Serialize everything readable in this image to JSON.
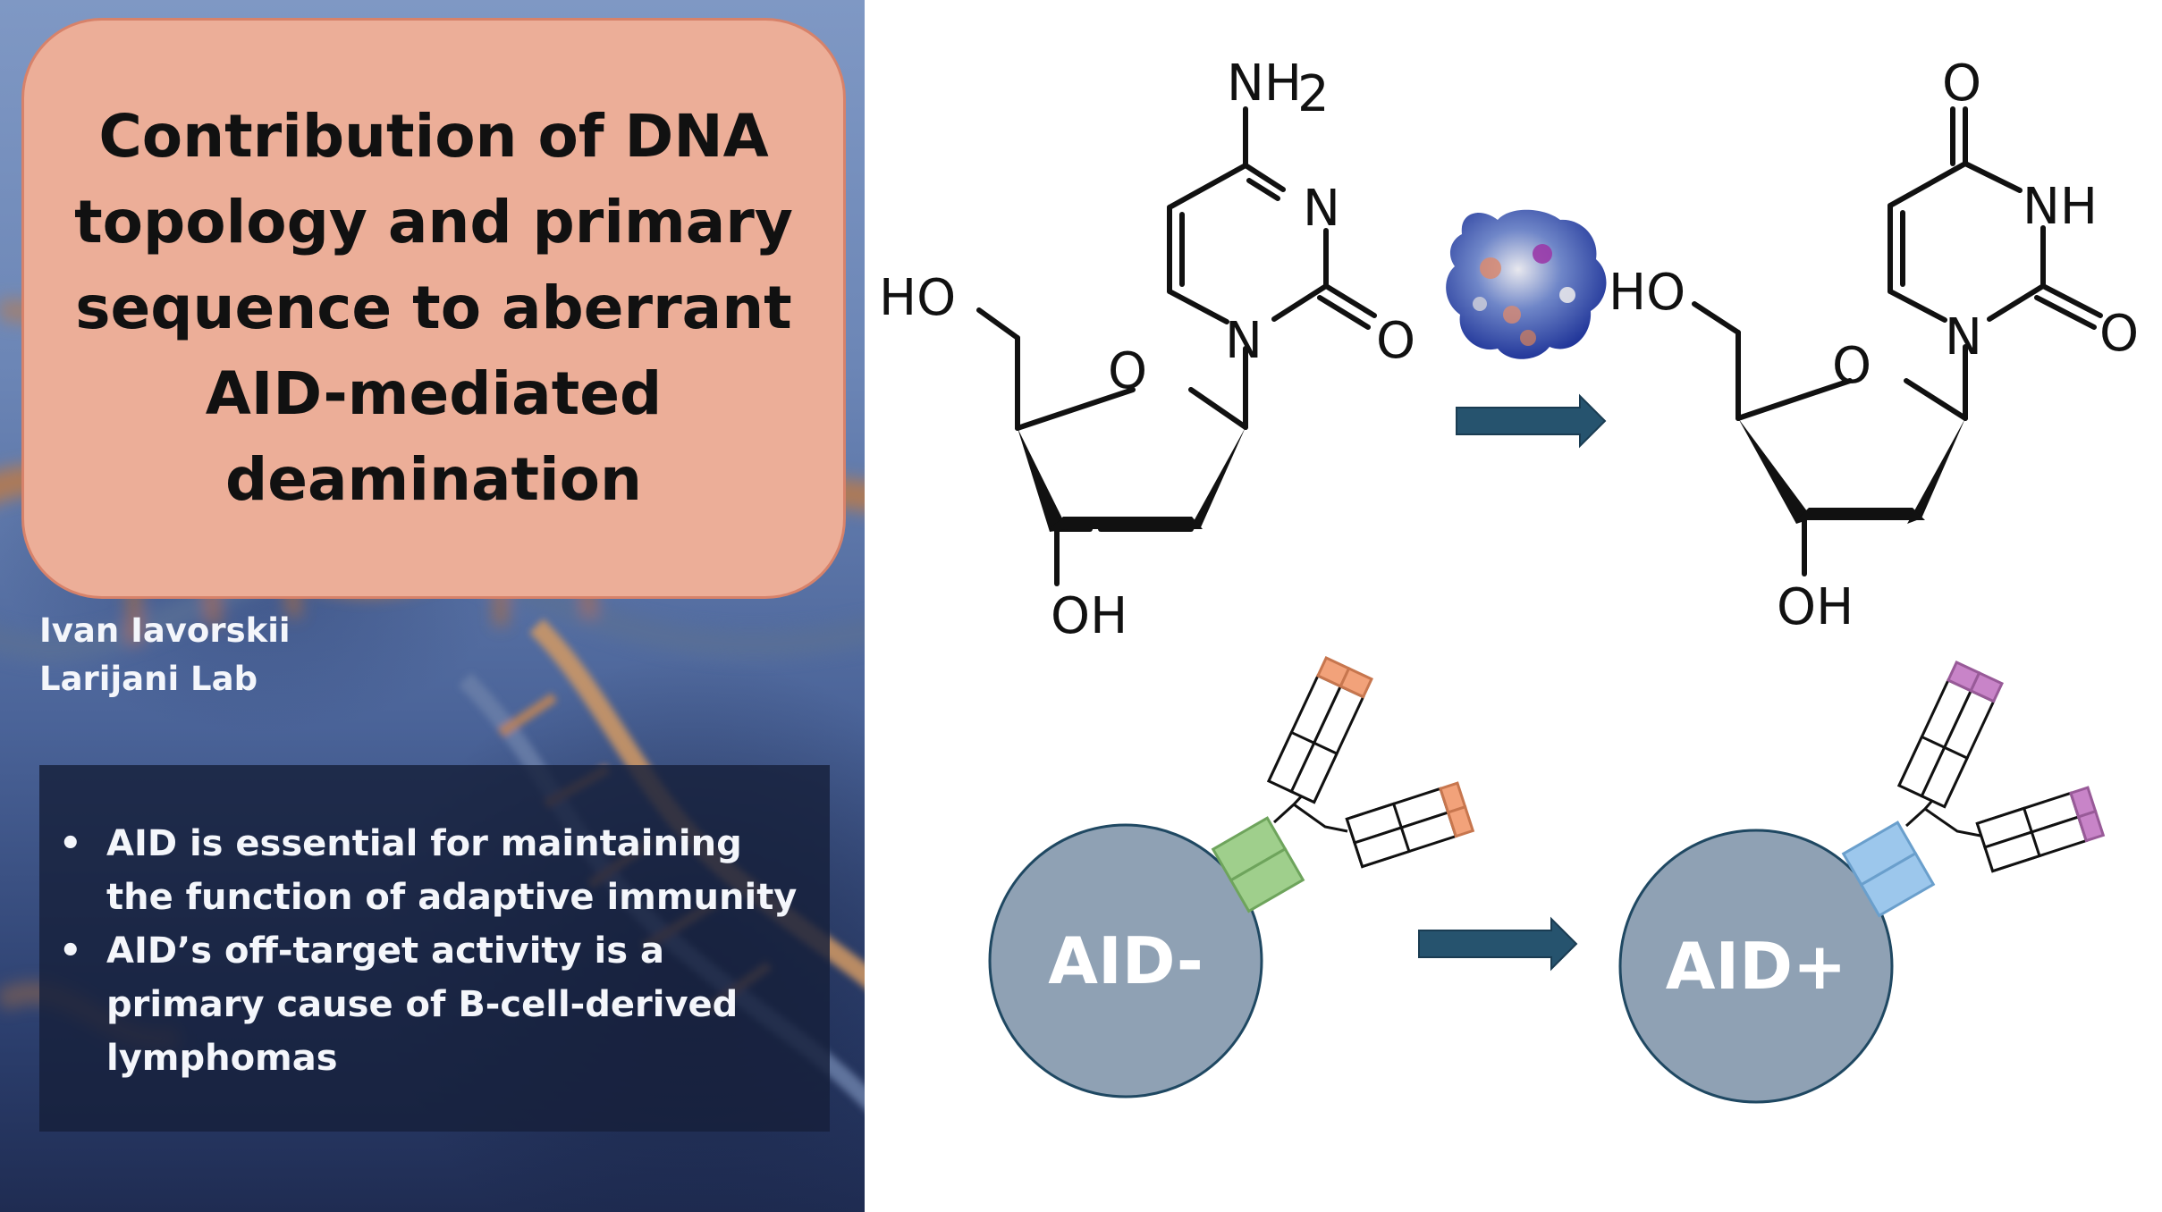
{
  "title": "Contribution of DNA topology and primary sequence to aberrant AID-mediated deamination",
  "author": "Ivan Iavorskii",
  "lab": "Larijani Lab",
  "bullets": [
    "AID is essential for maintaining the function of adaptive immunity",
    "AID’s off-target activity is a primary cause of B-cell-derived lymphomas"
  ],
  "bullet_glyph": "•",
  "reaction": {
    "substrate": {
      "amine": "NH",
      "amine_subscript": "2",
      "ring_n": "N",
      "carbonyl_o": "O",
      "ring_o": "O",
      "ho": "HO",
      "oh": "OH"
    },
    "product": {
      "carbonyl_o_top": "O",
      "nh": "NH",
      "ring_n": "N",
      "carbonyl_o": "O",
      "ring_o": "O",
      "ho": "HO",
      "oh": "OH"
    }
  },
  "cells": {
    "before": {
      "label": "AID-",
      "receptor_color": "#9fcf8c",
      "tip_color": "#f2a27a"
    },
    "after": {
      "label": "AID+",
      "receptor_color": "#9cc7ec",
      "tip_color": "#c884c8"
    }
  },
  "colors": {
    "arrow": "#26536e",
    "cell_fill": "#8fa1b4",
    "cell_stroke": "#1f4862",
    "title_fill": "#ecae98",
    "title_border": "#d7826a"
  },
  "icons": [
    "dna-helix-background",
    "aid-protein-surface-icon"
  ]
}
